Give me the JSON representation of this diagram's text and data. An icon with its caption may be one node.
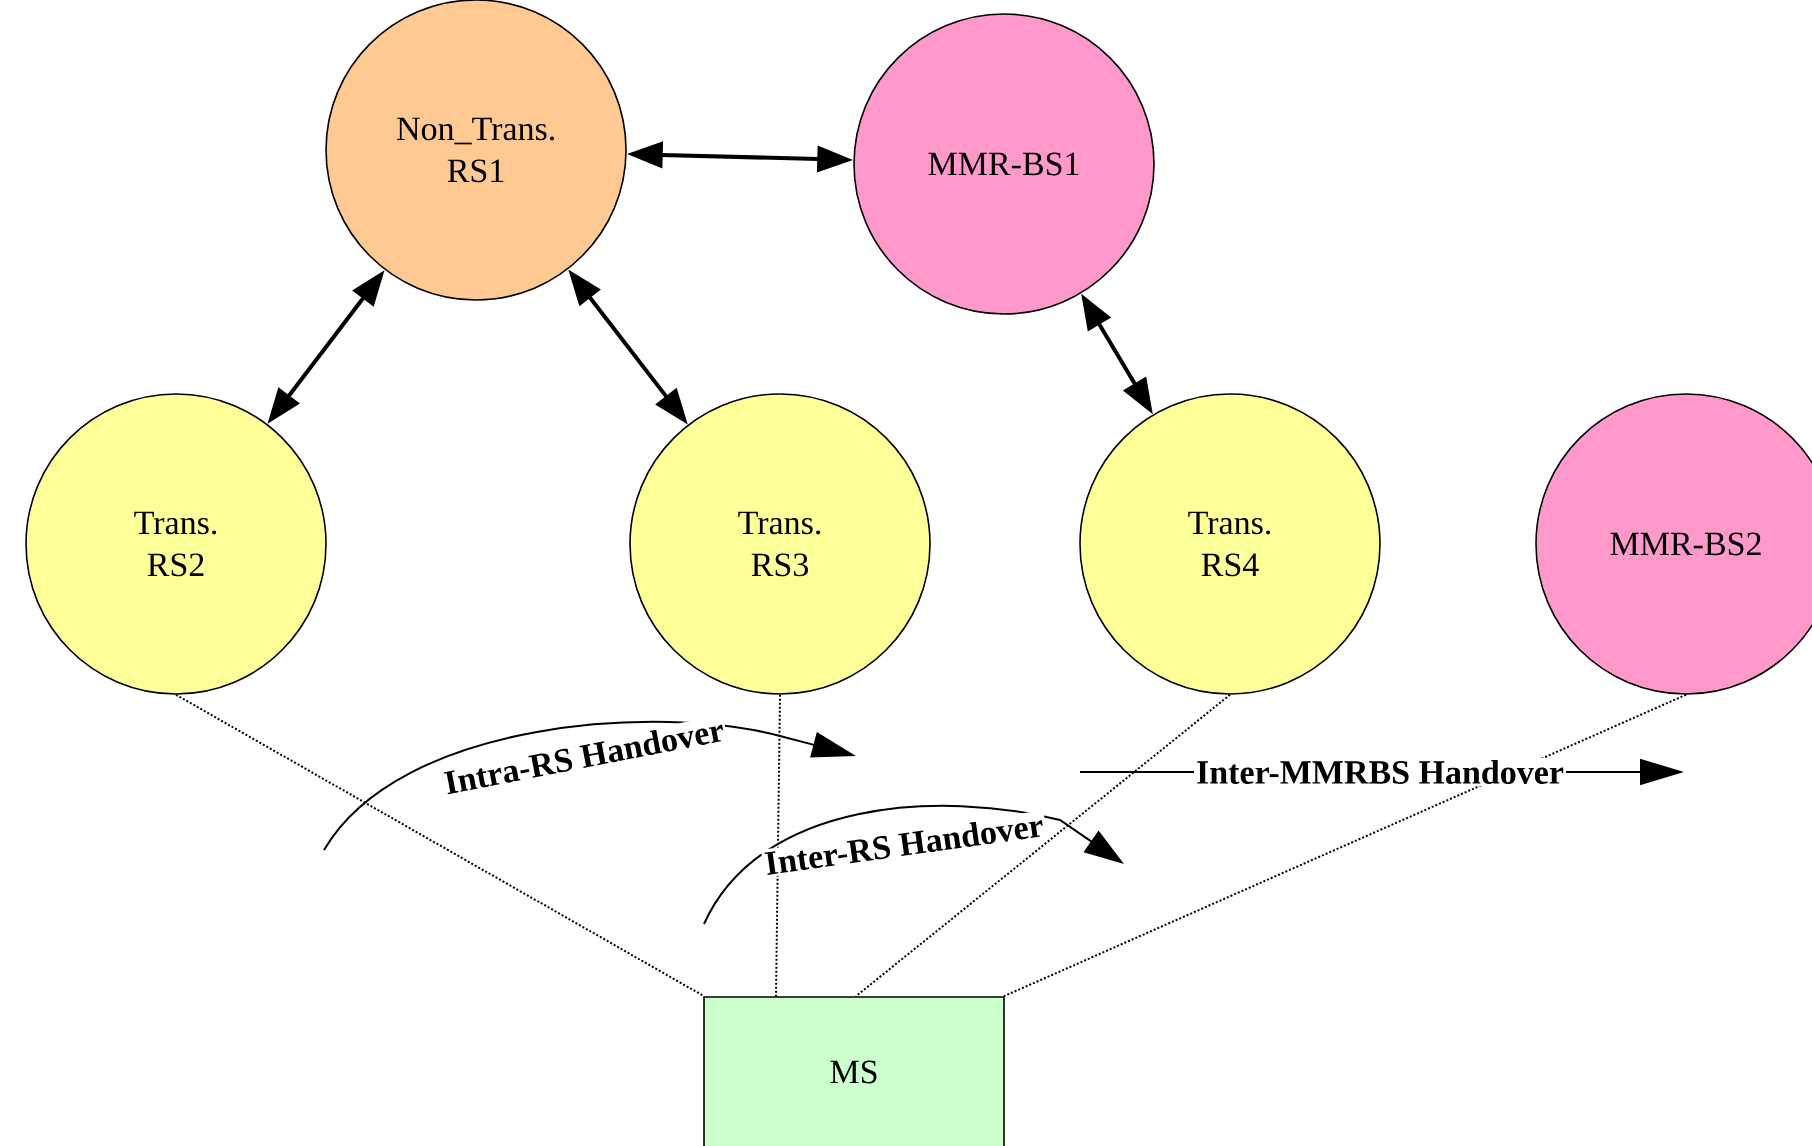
{
  "diagram": {
    "nodes": [
      {
        "text": [
          "Non_Trans. RS1"
        ]
      },
      {
        "text": [
          "MMR-BS1"
        ]
      },
      {
        "text": [
          "Trans. RS2"
        ]
      },
      {
        "text": [
          "Trans. RS3"
        ]
      },
      {
        "text": [
          "Trans. RS4"
        ]
      },
      {
        "text": [
          "MMR-BS2"
        ]
      },
      {
        "text": [
          "MS"
        ]
      }
    ],
    "edges": [
      {
        "from": 0,
        "to": 1,
        "arrow": "both"
      },
      {
        "from": 0,
        "to": 2,
        "arrow": "both"
      },
      {
        "from": 0,
        "to": 3,
        "arrow": "both"
      },
      {
        "from": 1,
        "to": 4,
        "arrow": "both"
      },
      {
        "from": 2,
        "to": 6,
        "arrow": "none",
        "style": "dashed"
      },
      {
        "from": 3,
        "to": 6,
        "arrow": "none",
        "style": "dashed"
      },
      {
        "from": 4,
        "to": 6,
        "arrow": "none",
        "style": "dashed"
      },
      {
        "from": 5,
        "to": 6,
        "arrow": "none",
        "style": "dashed"
      }
    ],
    "labels": [
      "Intra-RS Handover",
      "Inter-RS Handover",
      "Inter-MMRBS Handover"
    ]
  }
}
